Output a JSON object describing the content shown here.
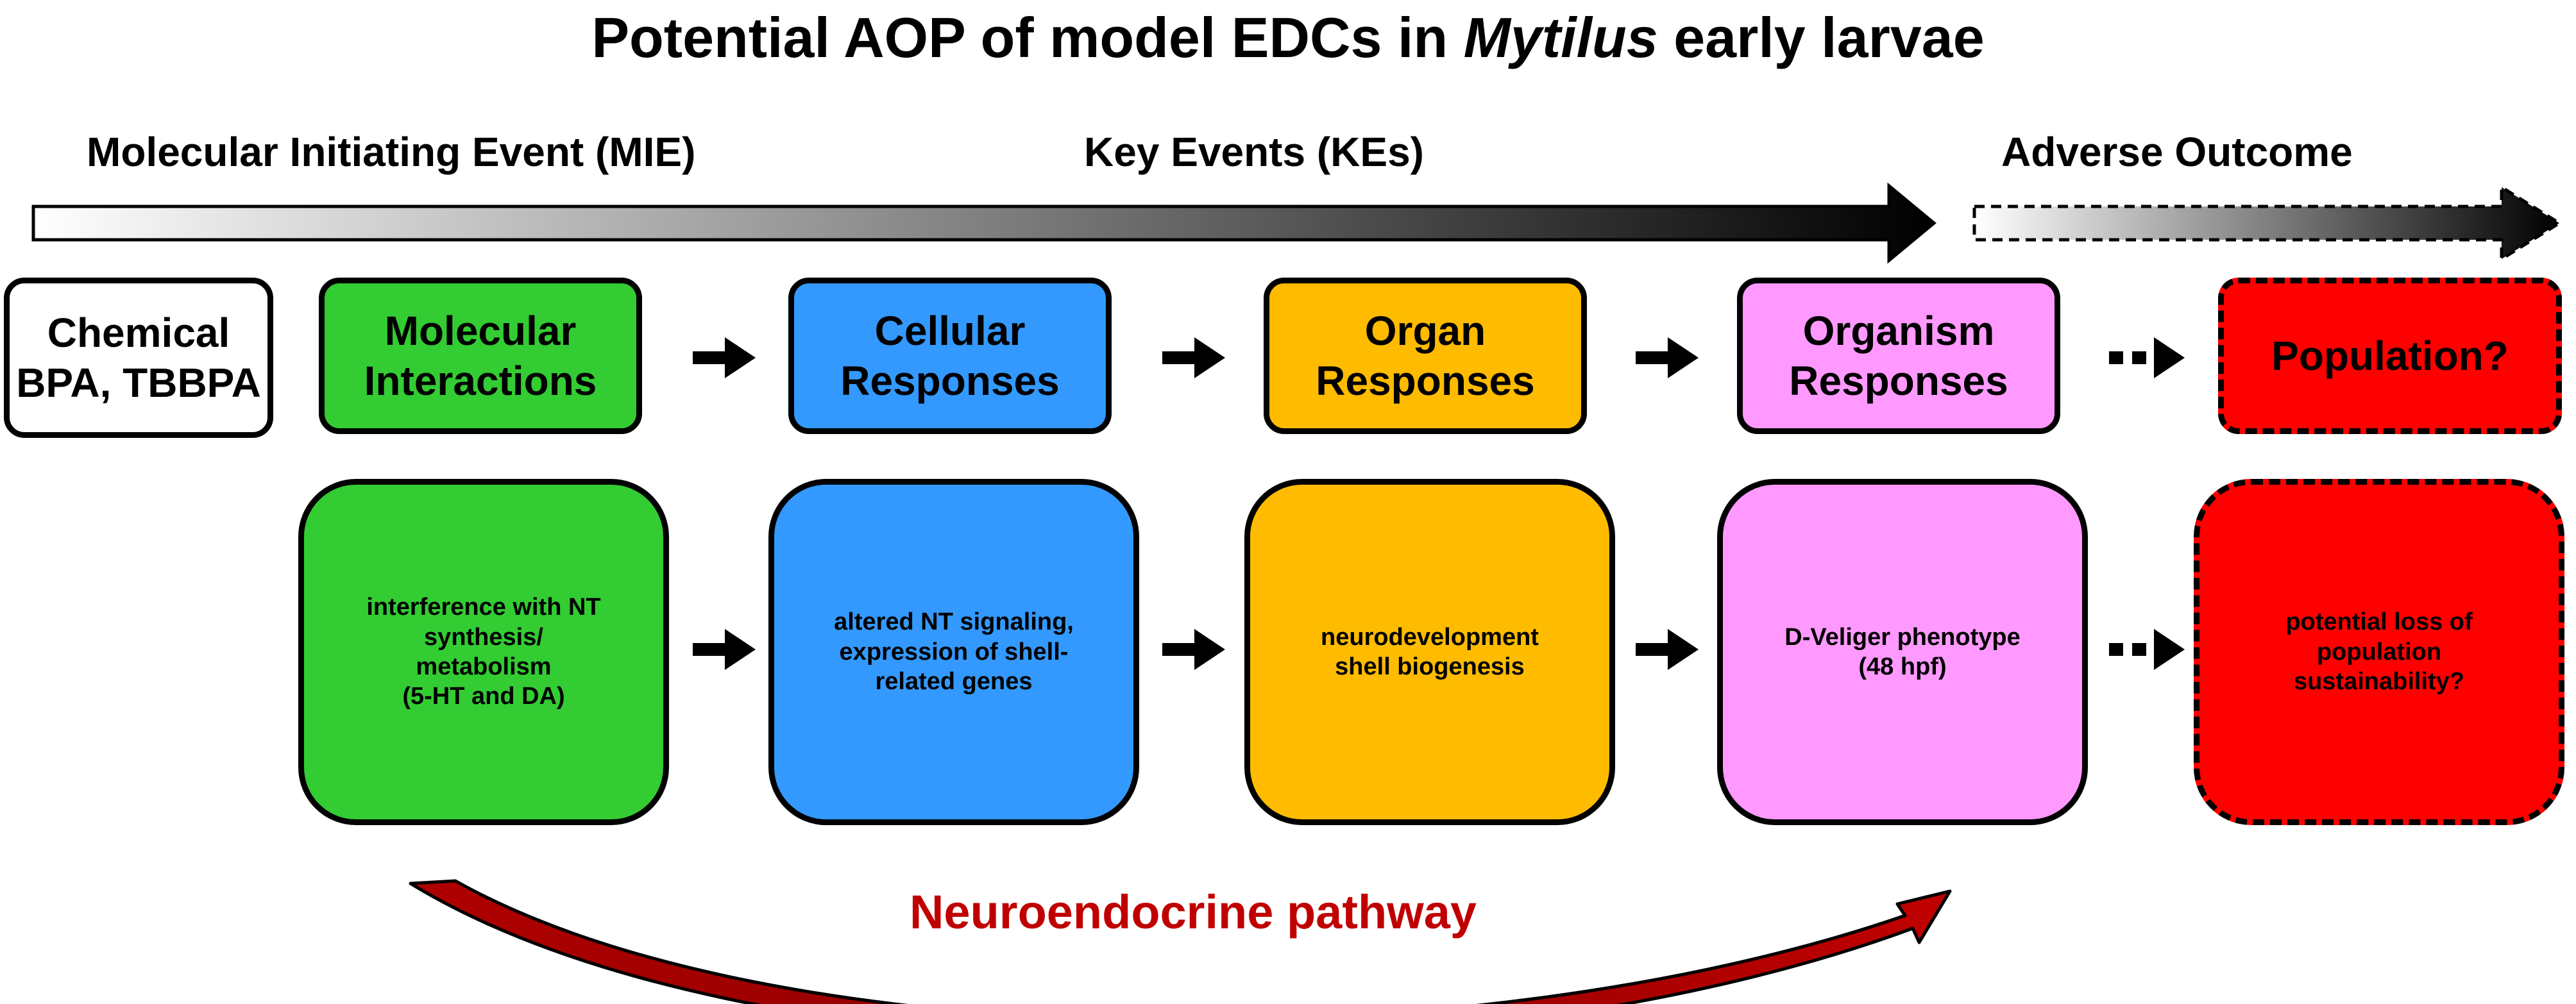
{
  "title": {
    "pre": "Potential AOP of model EDCs in ",
    "italic": "Mytilus",
    "post": " early larvae"
  },
  "stages": {
    "mie": "Molecular Initiating Event (MIE)",
    "kes": "Key Events (KEs)",
    "ao": "Adverse Outcome"
  },
  "chemical": {
    "line1": "Chemical",
    "line2": "BPA, TBBPA"
  },
  "levels": [
    {
      "line1": "Molecular",
      "line2": "Interactions",
      "color": "#33cc33"
    },
    {
      "line1": "Cellular",
      "line2": "Responses",
      "color": "#3399ff"
    },
    {
      "line1": "Organ",
      "line2": "Responses",
      "color": "#ffbb00"
    },
    {
      "line1": "Organism",
      "line2": "Responses",
      "color": "#ff99ff"
    },
    {
      "line1": "Population?",
      "color": "#ff0000"
    }
  ],
  "details": [
    {
      "lines": [
        "interference with NT",
        "synthesis/",
        "metabolism",
        "(5-HT and DA)"
      ]
    },
    {
      "lines": [
        "altered NT signaling,",
        "expression of shell-",
        "related genes"
      ]
    },
    {
      "lines": [
        "neurodevelopment",
        "shell biogenesis"
      ]
    },
    {
      "lines": [
        "D-Veliger phenotype",
        "(48 hpf)"
      ]
    },
    {
      "lines": [
        "potential loss of",
        "population",
        "sustainability?"
      ]
    }
  ],
  "pathway_label": "Neuroendocrine pathway",
  "colors": {
    "pathway": "#c00000",
    "arrow_dark": "#000000"
  }
}
